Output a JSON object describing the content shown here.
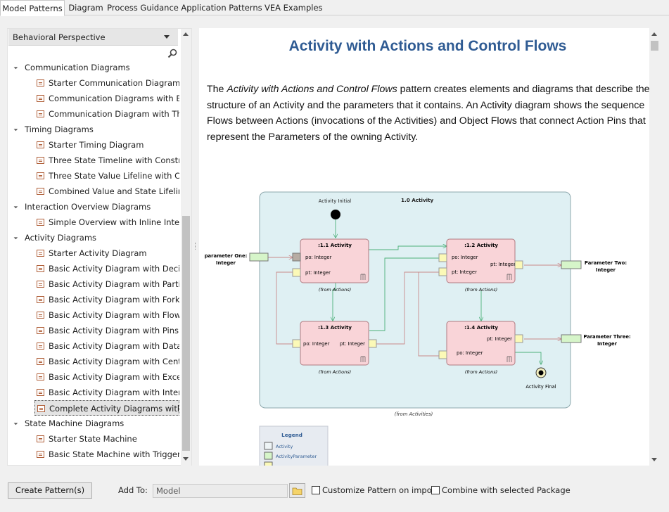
{
  "tabs": [
    {
      "label": "Model Patterns",
      "active": true
    },
    {
      "label": "Diagram",
      "active": false
    },
    {
      "label": "Process Guidance",
      "active": false
    },
    {
      "label": "Application Patterns",
      "active": false
    },
    {
      "label": "VEA Examples",
      "active": false
    }
  ],
  "perspective": {
    "label": "Behavioral Perspective"
  },
  "tree": [
    {
      "type": "cat",
      "label": "Communication Diagrams"
    },
    {
      "type": "item",
      "label": "Starter Communication Diagram"
    },
    {
      "type": "item",
      "label": "Communication Diagrams with B..."
    },
    {
      "type": "item",
      "label": "Communication Diagram with Th..."
    },
    {
      "type": "cat",
      "label": "Timing Diagrams"
    },
    {
      "type": "item",
      "label": "Starter Timing Diagram"
    },
    {
      "type": "item",
      "label": "Three State Timeline with Constr..."
    },
    {
      "type": "item",
      "label": "Three State Value Lifeline with C..."
    },
    {
      "type": "item",
      "label": "Combined Value and State Lifelin..."
    },
    {
      "type": "cat",
      "label": "Interaction Overview Diagrams"
    },
    {
      "type": "item",
      "label": "Simple Overview with Inline Inte..."
    },
    {
      "type": "cat",
      "label": "Activity Diagrams"
    },
    {
      "type": "item",
      "label": "Starter Activity Diagram"
    },
    {
      "type": "item",
      "label": "Basic Activity Diagram with Decisi..."
    },
    {
      "type": "item",
      "label": "Basic Activity Diagram with Partit..."
    },
    {
      "type": "item",
      "label": "Basic Activity Diagram with Fork ..."
    },
    {
      "type": "item",
      "label": "Basic Activity Diagram with Flow ..."
    },
    {
      "type": "item",
      "label": "Basic Activity Diagram with Pins"
    },
    {
      "type": "item",
      "label": "Basic Activity Diagram with Datas..."
    },
    {
      "type": "item",
      "label": "Basic Activity Diagram with Centr..."
    },
    {
      "type": "item",
      "label": "Basic Activity Diagram with Excep..."
    },
    {
      "type": "item",
      "label": "Basic Activity Diagram with Inter..."
    },
    {
      "type": "item",
      "label": "Complete Activity Diagrams with ...",
      "selected": true
    },
    {
      "type": "cat",
      "label": "State Machine Diagrams"
    },
    {
      "type": "item",
      "label": "Starter State Machine"
    },
    {
      "type": "item",
      "label": "Basic State Machine with Triggers"
    }
  ],
  "doc": {
    "title": "Activity with Actions and Control Flows",
    "para_pre": "The ",
    "para_em": "Activity with Actions and Control Flows",
    "para_post": " pattern creates elements and diagrams that describe the structure of an Activity and the parameters that it contains. An Activity diagram shows the sequence Flows between Actions (invocations of the Activities) and Object Flows that connect Action Pins that represent the Parameters of the owning Activity."
  },
  "diagram": {
    "activity_label": "1.0 Activity",
    "initial_label": "Activity Initial",
    "final_label": "Activity Final",
    "footer": "(from Activities)",
    "actions": [
      {
        "title": ":1.1 Activity",
        "pins": [
          "po: Integer",
          "pt: Integer"
        ],
        "from": "(from Actions)"
      },
      {
        "title": ":1.2 Activity",
        "pins": [
          "po: Integer",
          "pt: Integer",
          "pt: Integer"
        ],
        "from": "(from Actions)"
      },
      {
        "title": ":1.3 Activity",
        "pins": [
          "po: Integer",
          "pt: Integer"
        ],
        "from": "(from Actions)"
      },
      {
        "title": ":1.4 Activity",
        "pins": [
          "pt: Integer",
          "po: Integer"
        ],
        "from": "(from Actions)"
      }
    ],
    "params": [
      {
        "name": "parameter One:",
        "type": "Integer"
      },
      {
        "name": "Parameter Two:",
        "type": "Integer"
      },
      {
        "name": "Parameter Three:",
        "type": "Integer"
      }
    ],
    "legend": {
      "title": "Legend",
      "items": [
        "Activity",
        "ActivityParameter"
      ]
    }
  },
  "bottom": {
    "create_button": "Create Pattern(s)",
    "add_to_label": "Add To:",
    "add_to_value": "Model",
    "customize_label": "Customize Pattern on import",
    "combine_label": "Combine with selected Package"
  },
  "colors": {
    "title": "#2f5b93",
    "activity_fill": "#dff0f3",
    "action_fill": "#f9d4d8",
    "pin_yellow": "#fbf9b7",
    "pin_green": "#d6f5c9",
    "flow_green": "#4cb07a",
    "flow_pink": "#c98a8a"
  }
}
